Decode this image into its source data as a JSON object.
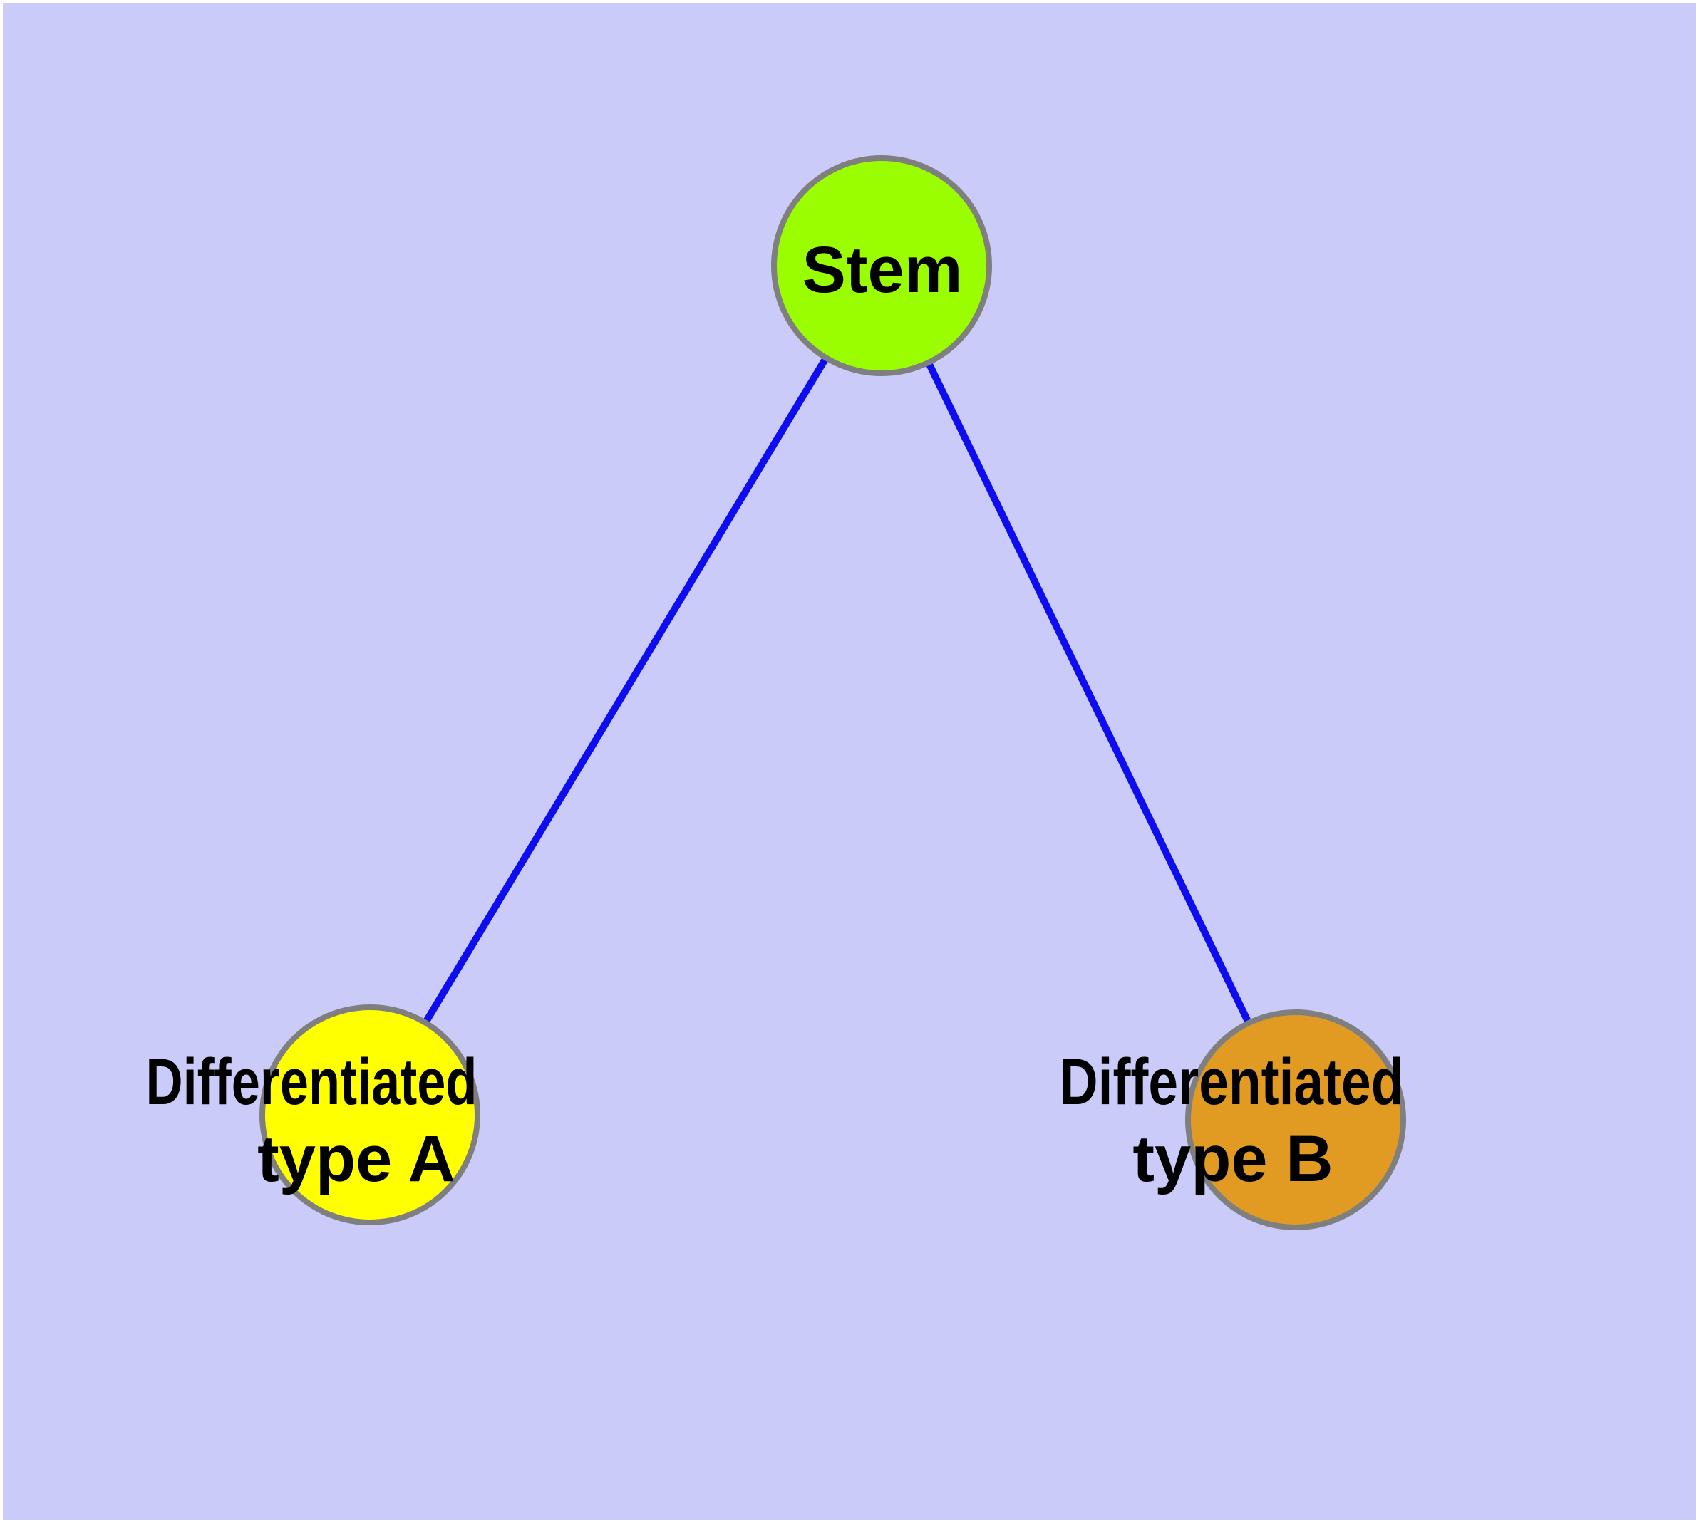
{
  "diagram": {
    "type": "node-link-graph",
    "background_color": "#cbcbfa",
    "frame_color": "#ffffff",
    "edge_color": "#0d0df0",
    "node_border_color": "#7f7f7f",
    "text_color": "#000000",
    "nodes": {
      "stem": {
        "label": "Stem",
        "fill": "#9afe00"
      },
      "diff_a": {
        "line1": "Differentiated",
        "line2": "type A",
        "full_label": "Differentiated type A",
        "fill": "#ffff00"
      },
      "diff_b": {
        "line1": "Differentiated",
        "line2": "type B",
        "full_label": "Differentiated type B",
        "fill": "#e29b22"
      }
    },
    "edges": [
      {
        "from": "Stem",
        "to": "Differentiated type A"
      },
      {
        "from": "Stem",
        "to": "Differentiated type B"
      }
    ]
  }
}
